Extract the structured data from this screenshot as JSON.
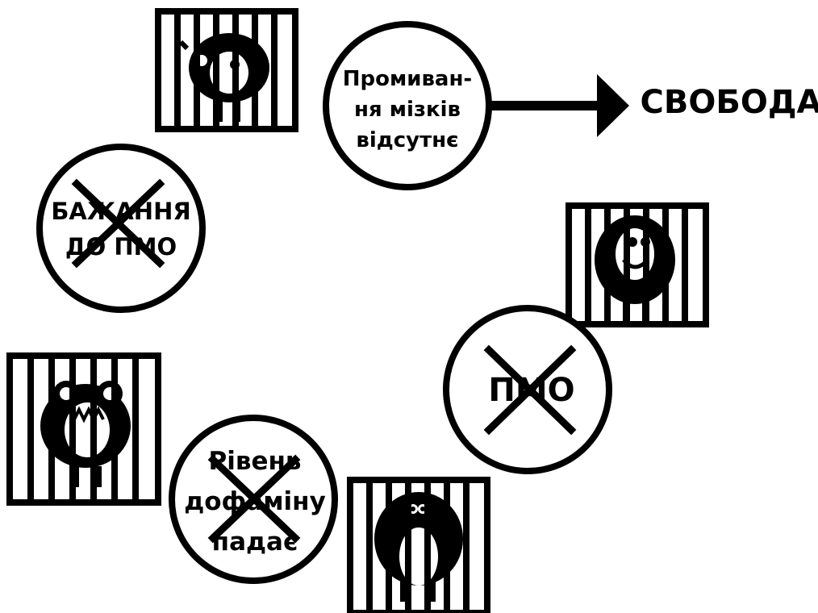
{
  "nodes": {
    "brainwash": {
      "lines": [
        "Промиван-",
        "ня мізків",
        "відсутнє"
      ]
    },
    "desire": {
      "lines": [
        "БАЖАННЯ",
        "ДО ПМО"
      ]
    },
    "pmo": {
      "lines": [
        "ПМО"
      ]
    },
    "dopamine": {
      "lines": [
        "Рівень",
        "дофаміну",
        "падає"
      ]
    }
  },
  "result": {
    "label": "СВОБОДА"
  },
  "icons": [
    "caged-monster-icon",
    "caged-monster-icon",
    "caged-monster-icon",
    "caged-monster-icon",
    "cross-out-icon",
    "arrow-right-icon"
  ],
  "colors": {
    "ink": "#000000",
    "background": "#ffffff"
  }
}
